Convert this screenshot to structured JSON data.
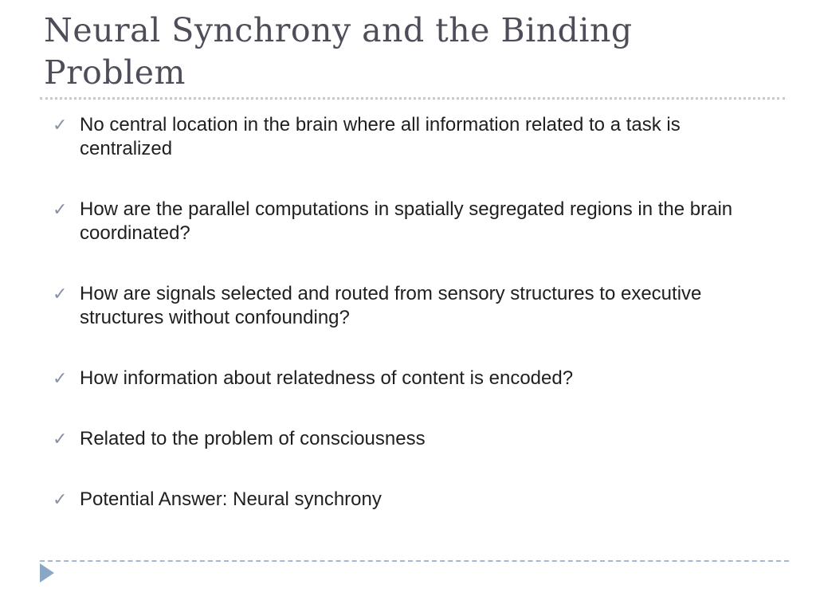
{
  "slide": {
    "title": "Neural Synchrony and the Binding Problem",
    "bullet_glyph": "✓",
    "bullets": [
      "No central location in the brain where all information related to a task is centralized",
      "How are the parallel computations in spatially segregated regions in the brain coordinated?",
      "How are signals selected and routed from sensory structures to executive structures without confounding?",
      "How information about relatedness of content is encoded?",
      "Related to the problem of consciousness",
      "Potential Answer: Neural synchrony"
    ],
    "icons": {
      "bullet": "check-icon",
      "footer": "next-arrow-icon"
    },
    "colors": {
      "background": "#ffffff",
      "title_color": "#4e4e5a",
      "body_color": "#1f1f1f",
      "check_color": "#8791a6",
      "title_divider": "#c9c9c9",
      "footer_divider": "#a3b8d0",
      "arrow_color": "#8ba7c6"
    }
  }
}
